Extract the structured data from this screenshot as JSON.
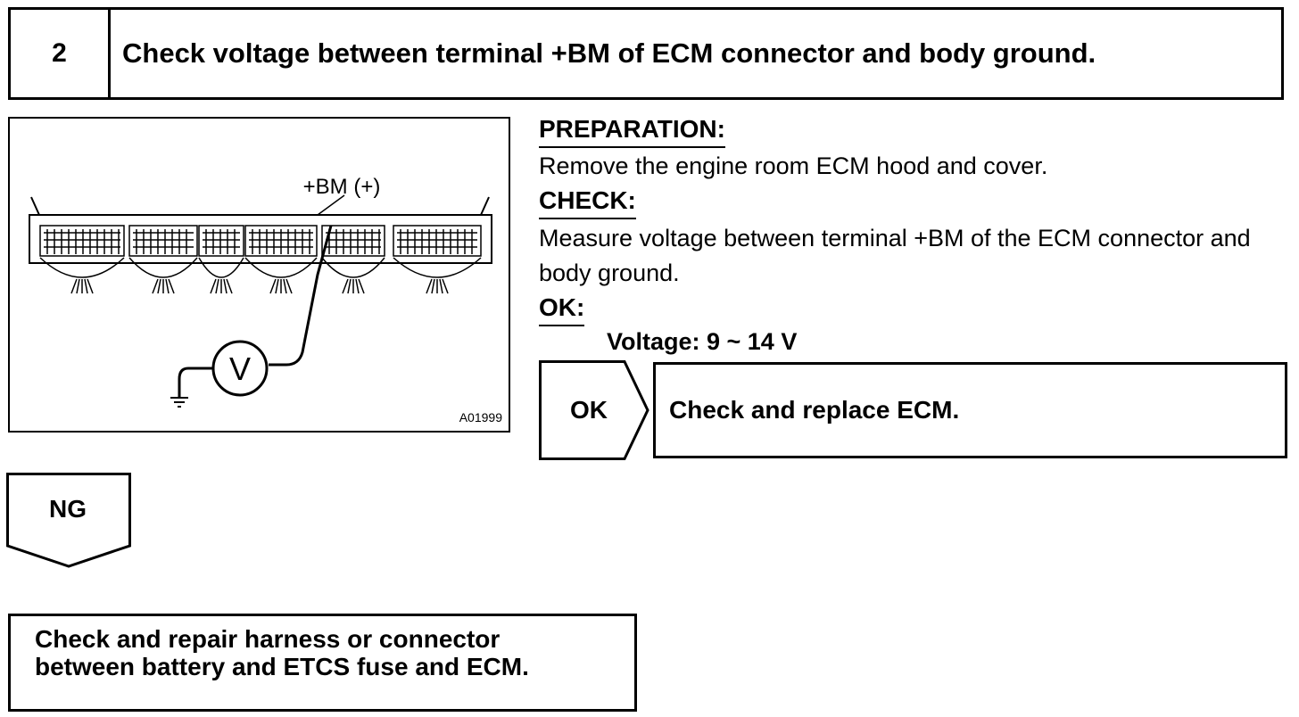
{
  "step": {
    "number": "2",
    "title": "Check voltage between terminal +BM of ECM connector and body ground."
  },
  "figure": {
    "terminal_label": "+BM (+)",
    "meter_symbol": "V",
    "figure_id": "A01999",
    "meter_icon": "voltmeter-icon",
    "ground_icon": "ground-icon"
  },
  "preparation": {
    "heading": "PREPARATION:",
    "text": "Remove the engine room ECM hood and cover."
  },
  "check": {
    "heading": "CHECK:",
    "text": "Measure voltage between terminal +BM of the ECM connector and body ground."
  },
  "ok": {
    "heading": "OK:",
    "spec": "Voltage: 9 ~ 14 V"
  },
  "ok_result": {
    "label": "OK",
    "action": "Check and replace ECM."
  },
  "ng_result": {
    "label": "NG",
    "action_line1": "Check and repair harness or connector",
    "action_line2": "between battery and ETCS fuse and ECM."
  }
}
